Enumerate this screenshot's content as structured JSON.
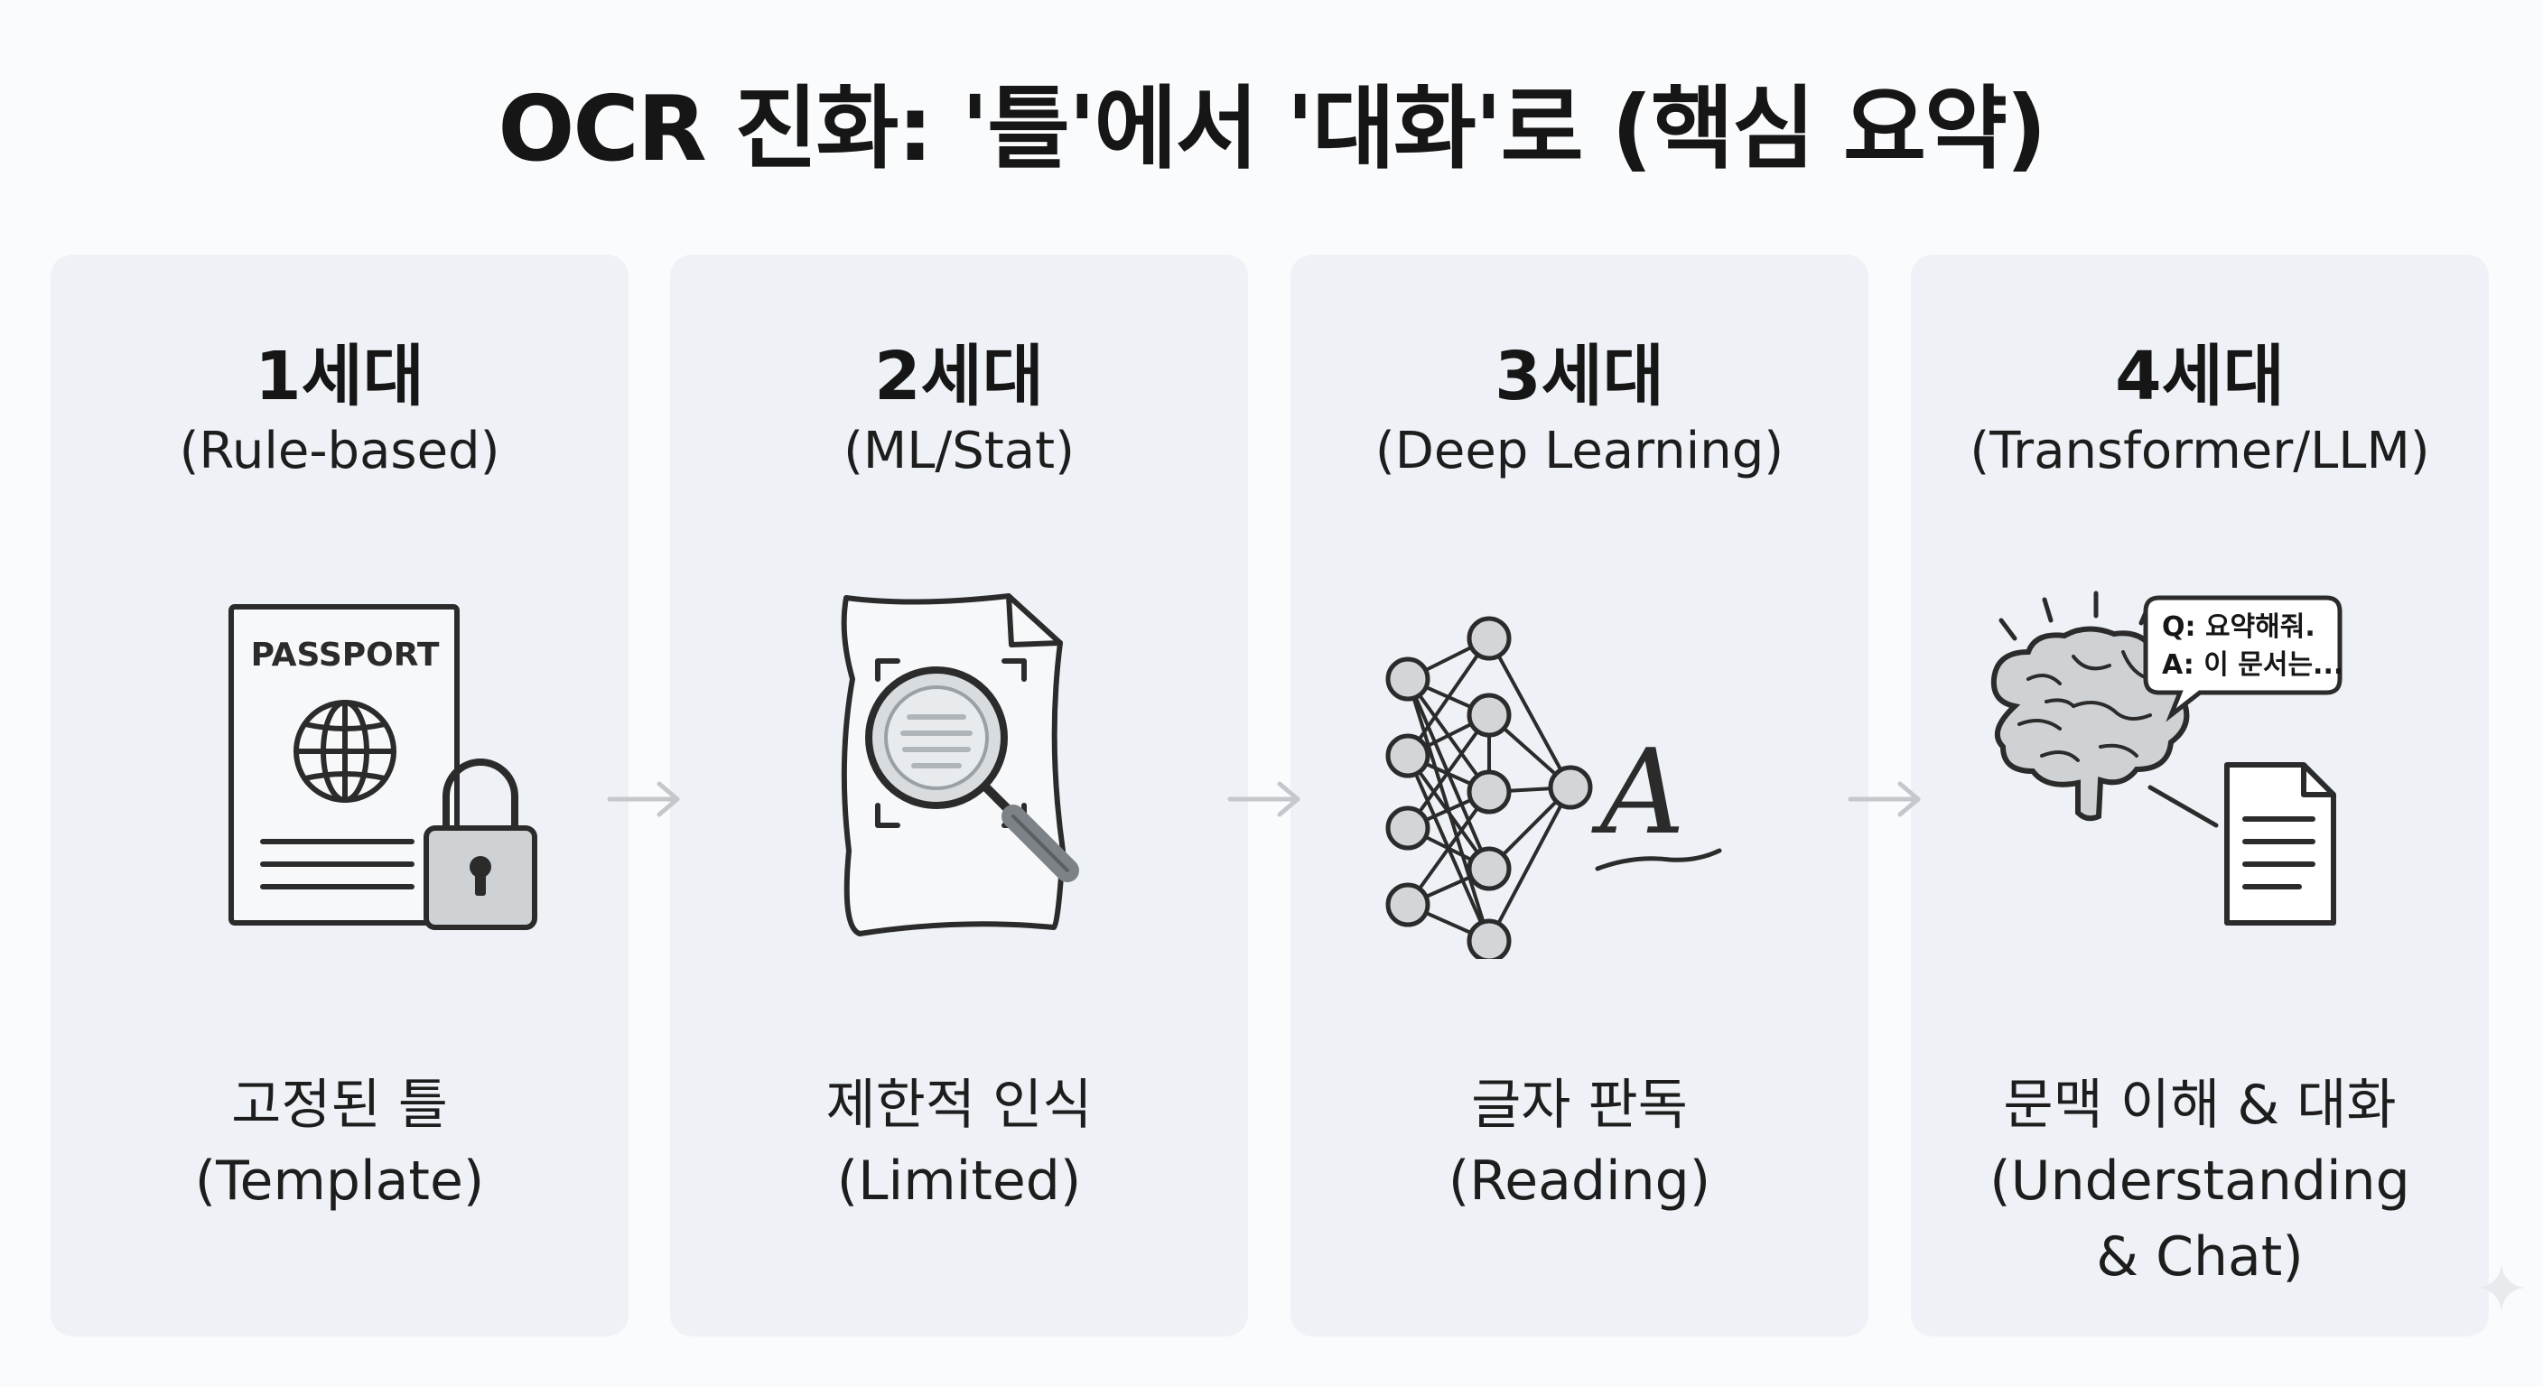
{
  "title": "OCR 진화: '틀'에서 '대화'로 (핵심 요약)",
  "stages": [
    {
      "generation": "1세대",
      "subtitle": "(Rule-based)",
      "caption_line1": "고정된 틀",
      "caption_line2": "(Template)",
      "illustration_text": "PASSPORT",
      "icon": "passport-lock-icon"
    },
    {
      "generation": "2세대",
      "subtitle": "(ML/Stat)",
      "caption_line1": "제한적 인식",
      "caption_line2": "(Limited)",
      "icon": "magnifier-document-icon"
    },
    {
      "generation": "3세대",
      "subtitle": "(Deep Learning)",
      "caption_line1": "글자 판독",
      "caption_line2": "(Reading)",
      "illustration_text": "A",
      "icon": "neural-network-icon"
    },
    {
      "generation": "4세대",
      "subtitle": "(Transformer/LLM)",
      "caption_line1": "문맥 이해 & 대화",
      "caption_line2": "(Understanding",
      "caption_line3": "& Chat)",
      "bubble_q": "Q: 요약해줘.",
      "bubble_a": "A: 이 문서는...",
      "icon": "brain-chat-icon"
    }
  ],
  "colors": {
    "panel": "#eef2f6",
    "background": "#fafbfc",
    "stroke": "#2b2b2b",
    "arrow": "#c4c8cc",
    "fill_gray": "#cfd2d5"
  }
}
